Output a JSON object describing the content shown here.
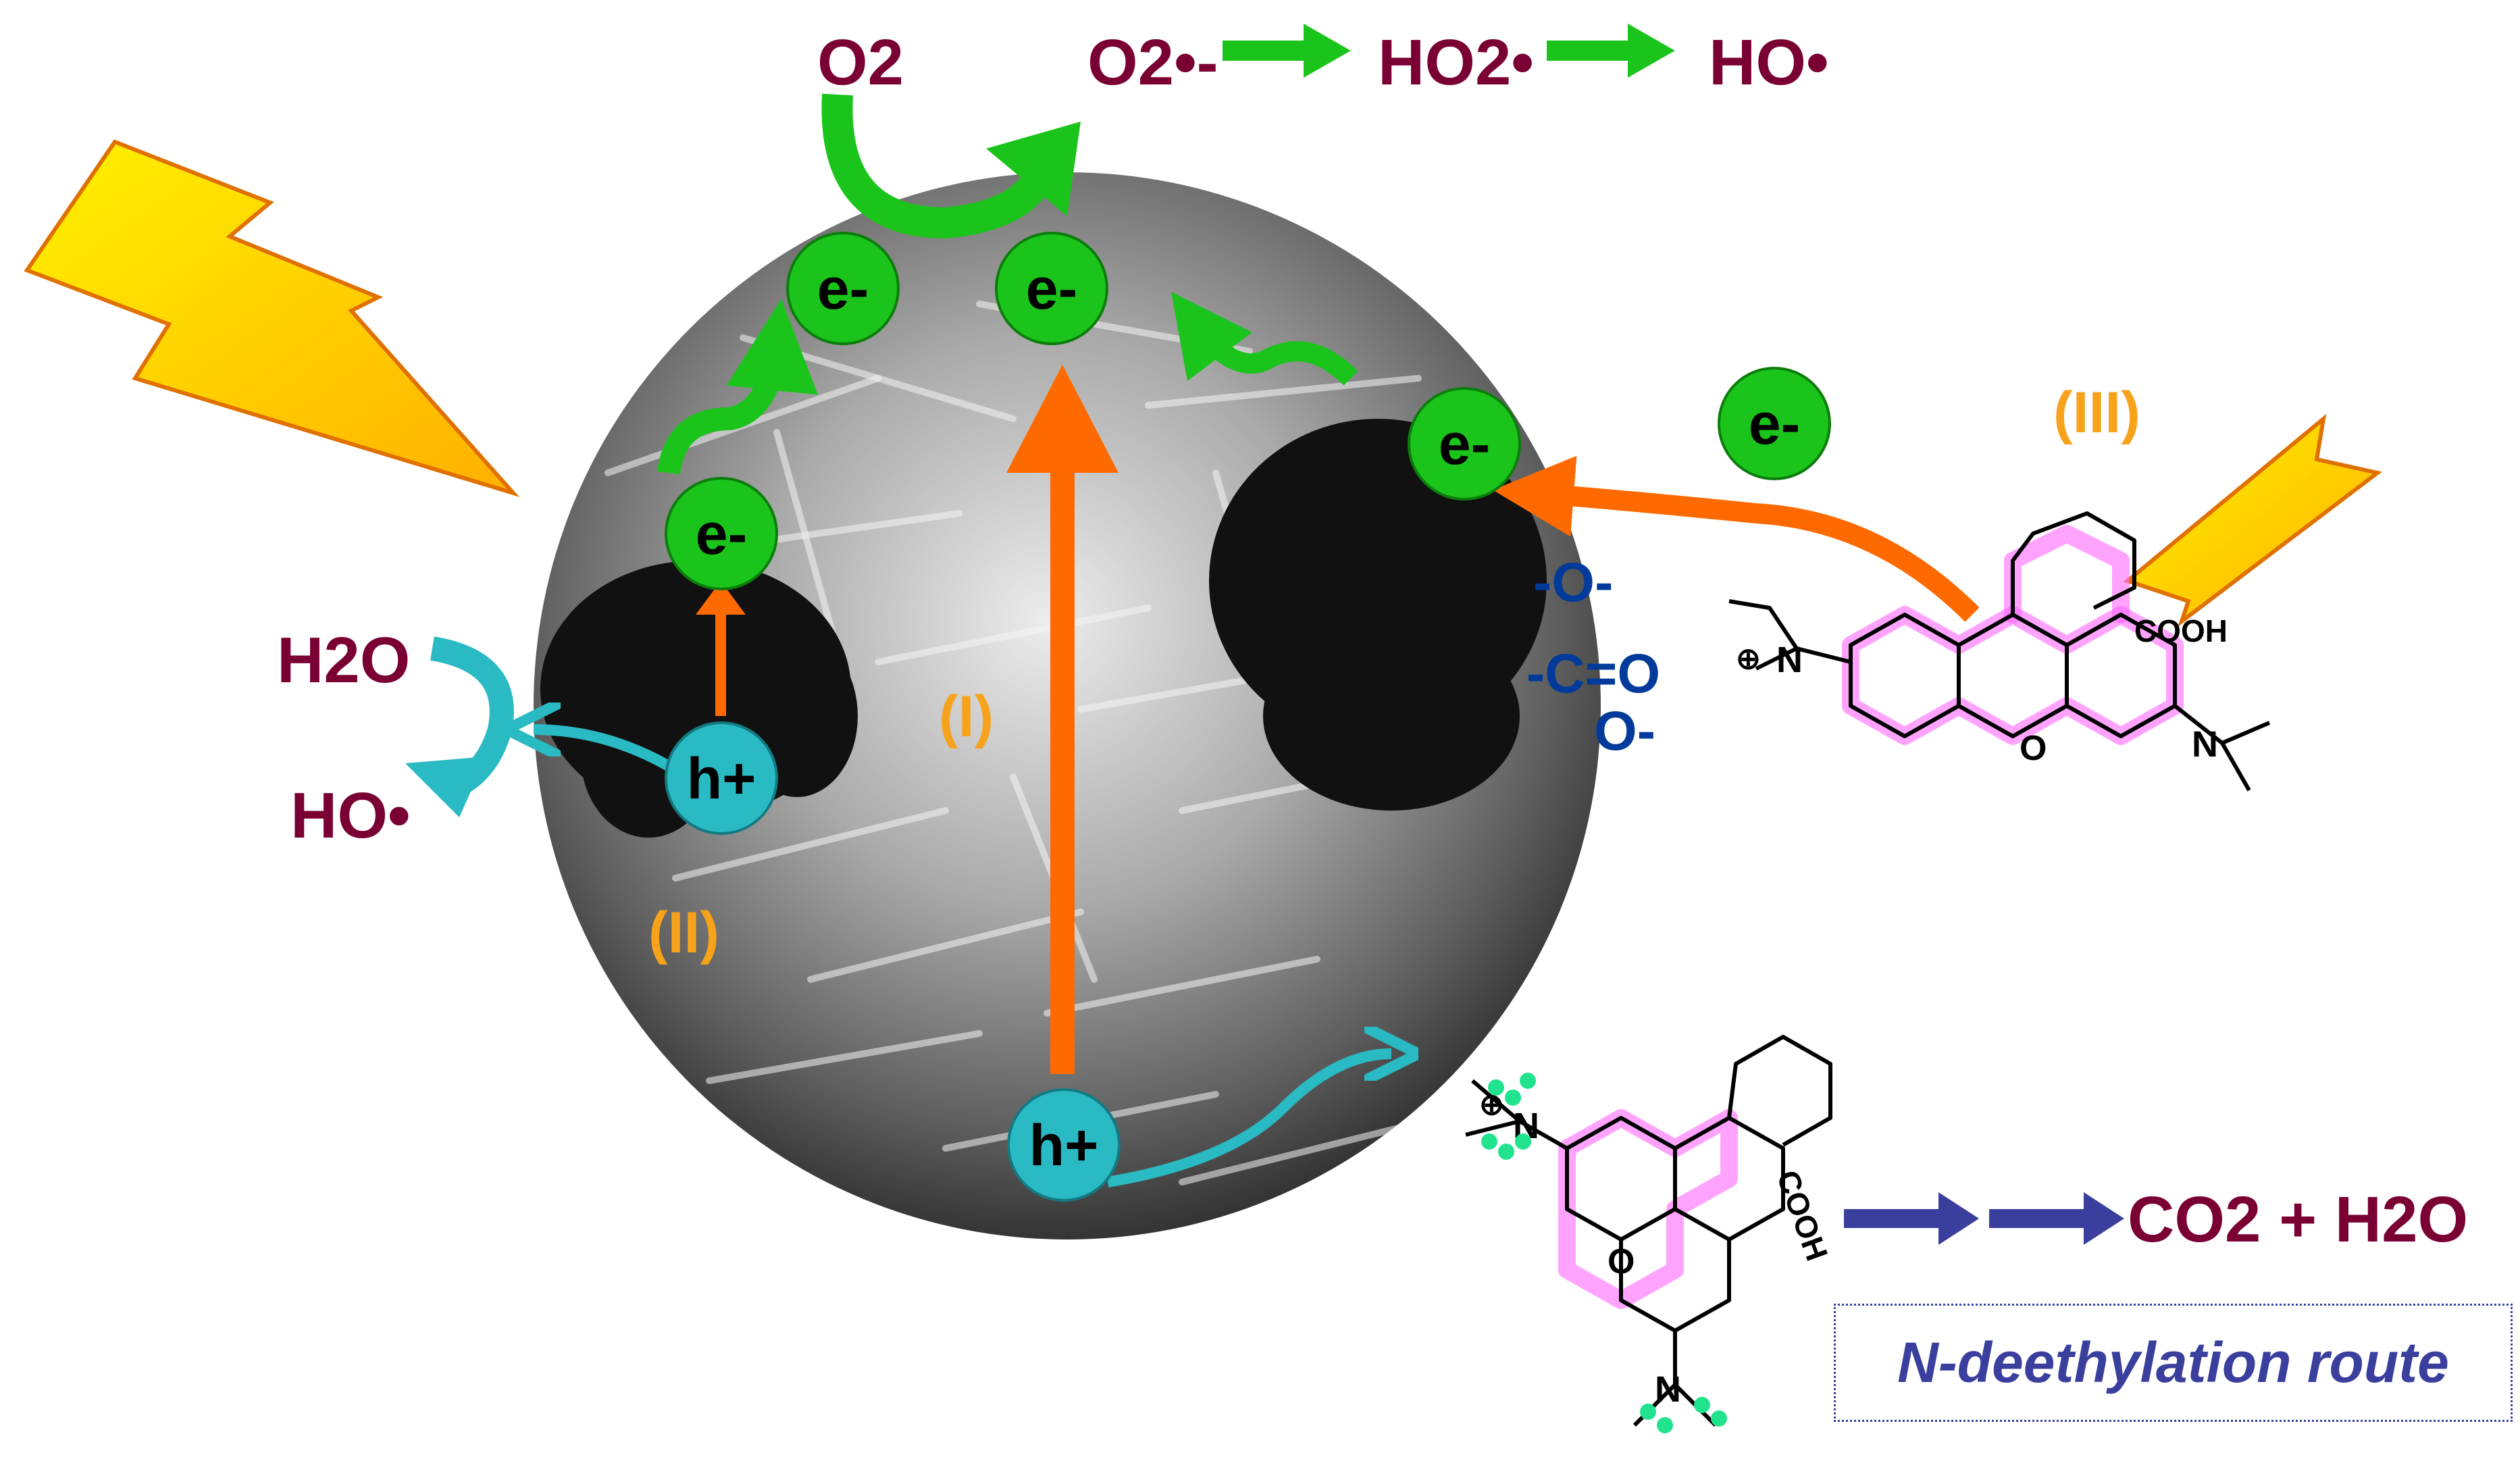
{
  "top_chain": {
    "o2": "O2",
    "superoxide": "O2•-",
    "hydroperoxyl": "HO2•",
    "hydroxyl": "HO•"
  },
  "left": {
    "water": "H2O",
    "hydroxyl": "HO•"
  },
  "carriers": {
    "electron": "e-",
    "hole": "h+"
  },
  "routes": {
    "i": "(I)",
    "ii": "(II)",
    "iii": "(III)"
  },
  "surface_groups": {
    "o_minus": "-O-",
    "carbonyl": "-C=O",
    "o_minus_2": "O-"
  },
  "molecule_labels": {
    "cooh": "COOH",
    "n": "N",
    "o": "O",
    "plus": "⊕"
  },
  "products": {
    "text": "CO2 + H2O"
  },
  "route_label": "N-deethylation route",
  "colors": {
    "chem_text": "#7a0033",
    "electron": "#1bc41b",
    "hole": "#2abac4",
    "excitation_arrow": "#ff6a00",
    "green_arrow": "#1bc41b",
    "blue_arrow": "#3a3f9e",
    "roman": "#f7a21b",
    "dye_glow": "#ff66ff"
  }
}
